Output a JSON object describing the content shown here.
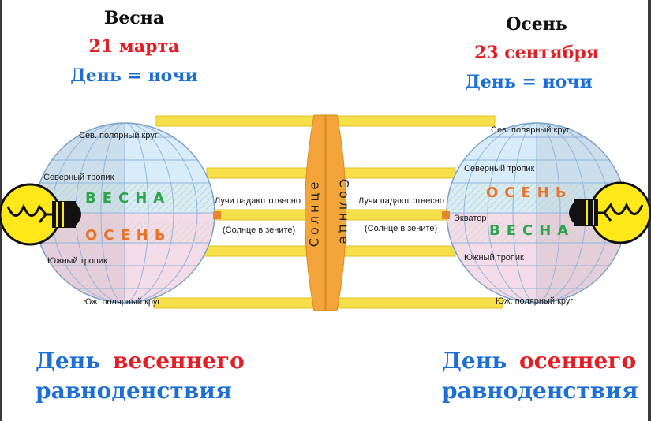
{
  "left": {
    "season": "Весна",
    "date": "21 марта",
    "day_equals_night": "День = ночи",
    "footer_word1": "День",
    "footer_word2": "весеннего",
    "footer_line2": "равноденствия",
    "labels": {
      "arctic_circle": "Сев. полярный круг",
      "tropic_north": "Северный тропик",
      "tropic_south": "Южный тропик",
      "antarctic_circle": "Юж. полярный круг",
      "rays": "Лучи падают отвесно",
      "zenith": "(Солнце в зените)"
    },
    "upper_word": "ВЕСНА",
    "lower_word": "ОСЕНЬ"
  },
  "right": {
    "season": "Осень",
    "date": "23 сентября",
    "day_equals_night": "День = ночи",
    "footer_word1": "День",
    "footer_word2": "осеннего",
    "footer_line2": "равноденствия",
    "labels": {
      "arctic_circle": "Сев. полярный круг",
      "tropic_north": "Северный тропик",
      "equator": "Экватор",
      "tropic_south": "Южный тропик",
      "antarctic_circle": "Юж. полярный круг",
      "rays": "Лучи падают отвесно",
      "zenith": "(Солнце в зените)"
    },
    "upper_word": "ОСЕНЬ",
    "lower_word": "ВЕСНА"
  },
  "sun_label": "Солнце",
  "colors": {
    "red": "#e31e24",
    "blue": "#1d6fd6",
    "ray_yellow": "#f5e04a",
    "sun_orange": "#f3a43a",
    "globe_blue": "#d9ecfa",
    "globe_pink": "#f3dbe8",
    "bulb_yellow": "#ffe81a"
  }
}
